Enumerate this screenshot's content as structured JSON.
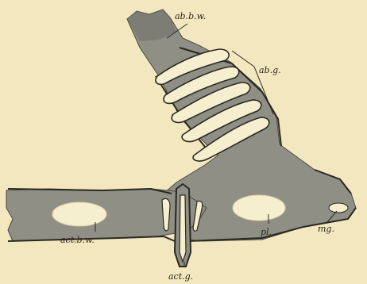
{
  "figure": {
    "colors": {
      "background": "#f3e7bf",
      "tissue": "#8f8f86",
      "tissue_dark": "#6f6f69",
      "lumen": "#f6efcf",
      "outline": "#2a2820",
      "leader": "#2a2820"
    },
    "labels": {
      "ab_bw": "ab.b.w.",
      "ab_g": "ab.g.",
      "act_bw": "act.b.w.",
      "act_g": "act.g.",
      "pl": "pl.",
      "mg": "mg."
    }
  }
}
